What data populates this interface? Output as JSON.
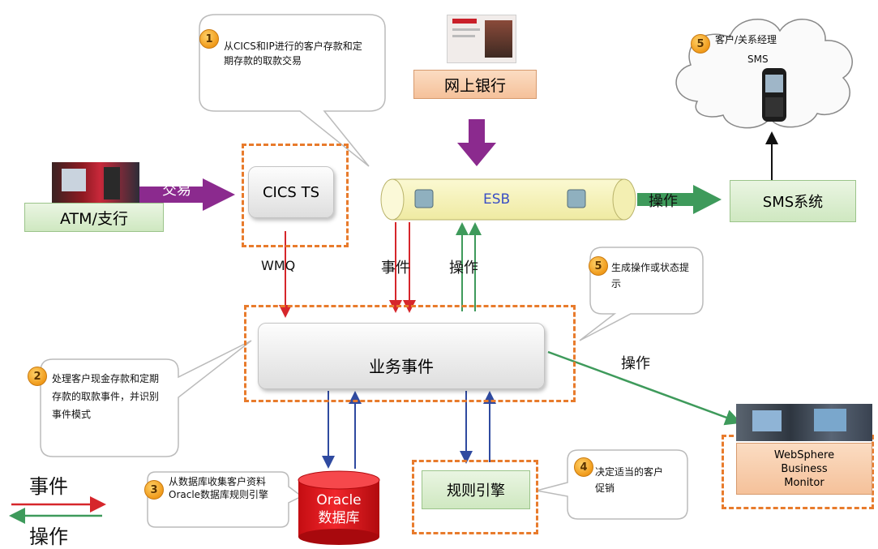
{
  "nodes": {
    "atm": "ATM/支行",
    "atm_transaction": "交易",
    "cics": "CICS TS",
    "online_banking": "网上银行",
    "esb": "ESB",
    "sms_system": "SMS系统",
    "business_events": "业务事件",
    "oracle_line1": "Oracle",
    "oracle_line2": "数据库",
    "rules_engine": "规则引擎",
    "websphere_line1": "WebSphere",
    "websphere_line2": "Business",
    "websphere_line3": "Monitor"
  },
  "edge_labels": {
    "wmq": "WMQ",
    "event": "事件",
    "action_esb": "操作",
    "action_sms": "操作",
    "action_monitor": "操作"
  },
  "callouts": [
    {
      "num": "1",
      "text": "从CICS和IP进行的客户存款和定期存款的取款交易"
    },
    {
      "num": "2",
      "text": "处理客户现金存款和定期存款的取款事件，并识别事件模式"
    },
    {
      "num": "3",
      "text": "从数据库收集客户资料Oracle数据库规则引擎"
    },
    {
      "num": "4",
      "text": "决定适当的客户促销"
    },
    {
      "num": "5",
      "text": "生成操作或状态提示"
    },
    {
      "num": "5",
      "text": "客户/关系经理"
    }
  ],
  "sms_label": "SMS",
  "legend": {
    "event": "事件",
    "action": "操作"
  },
  "colors": {
    "event": "#d6262b",
    "action": "#3e9a5b",
    "transaction": "#8b2a8e",
    "db_link": "#2f4aa0",
    "dashed": "#e87b2c"
  }
}
